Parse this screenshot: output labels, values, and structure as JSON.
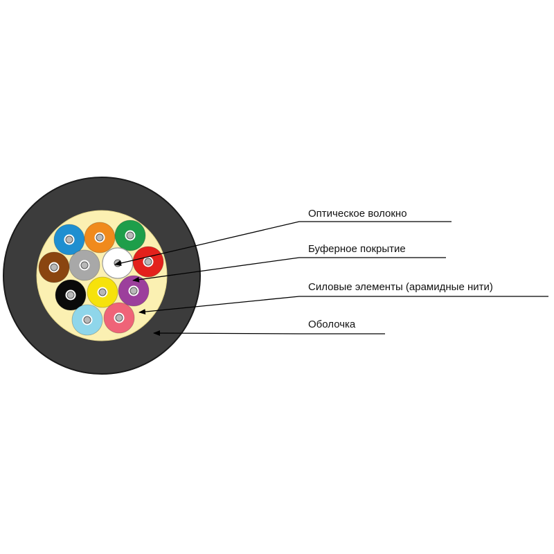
{
  "labels": {
    "fiber": "Оптическое волокно",
    "buffer": "Буферное покрытие",
    "strength": "Силовые элементы (арамидные нити)",
    "sheath": "Оболочка"
  },
  "colors": {
    "sheath": "#3c3c3c",
    "sheath_outline": "#1a1a1a",
    "aramid": "#fbf0b2",
    "fiber_core": "#b8b8b8",
    "line": "#000000"
  },
  "tubes": [
    {
      "id": "blue",
      "color": "#1f8fd0"
    },
    {
      "id": "orange",
      "color": "#f08a1c"
    },
    {
      "id": "green",
      "color": "#1e9e4a"
    },
    {
      "id": "brown",
      "color": "#8a4510"
    },
    {
      "id": "gray",
      "color": "#a8a8a8"
    },
    {
      "id": "white",
      "color": "#ffffff"
    },
    {
      "id": "red",
      "color": "#e3211c"
    },
    {
      "id": "black",
      "color": "#0a0a0a"
    },
    {
      "id": "yellow",
      "color": "#f6e20c"
    },
    {
      "id": "violet",
      "color": "#9c3f9c"
    },
    {
      "id": "light-blue",
      "color": "#8fd6ea"
    },
    {
      "id": "pink",
      "color": "#ef6478"
    }
  ]
}
